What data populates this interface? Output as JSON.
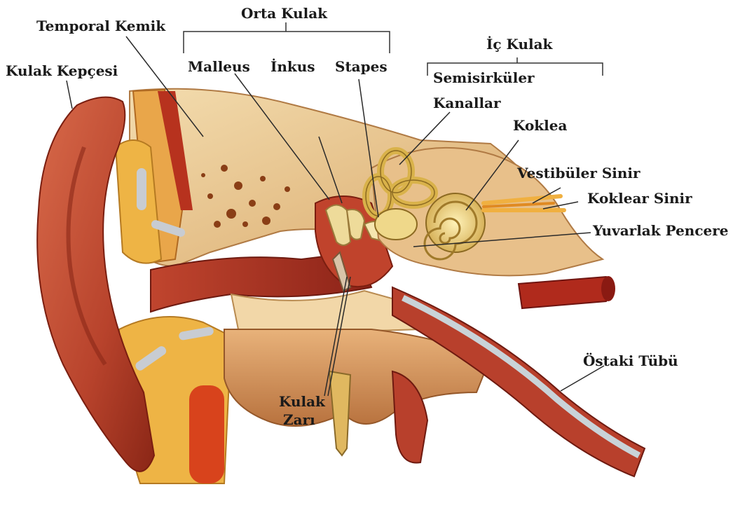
{
  "groups": {
    "middle_ear": "Orta Kulak",
    "inner_ear": "İç Kulak"
  },
  "labels": {
    "temporal_bone": "Temporal Kemik",
    "auricle": "Kulak Kepçesi",
    "malleus": "Malleus",
    "incus": "İnkus",
    "stapes": "Stapes",
    "semicircular_line1": "Semisirküler",
    "semicircular_line2": "Kanallar",
    "cochlea": "Koklea",
    "vestibular_nerve": "Vestibüler Sinir",
    "cochlear_nerve": "Koklear Sinir",
    "round_window": "Yuvarlak Pencere",
    "eustachian_tube": "Östaki Tübü",
    "eardrum_line1": "Kulak",
    "eardrum_line2": "Zarı"
  },
  "colors": {
    "skin": "#c8553a",
    "skin_dark": "#8e2a1a",
    "bone": "#e6c08a",
    "bone_light": "#f2d7a8",
    "fat": "#e8a53a",
    "canal": "#a02a22",
    "inner_ear": "#e8c870",
    "tube_inner": "#c9d3d8",
    "leader": "#2a2a2a"
  }
}
